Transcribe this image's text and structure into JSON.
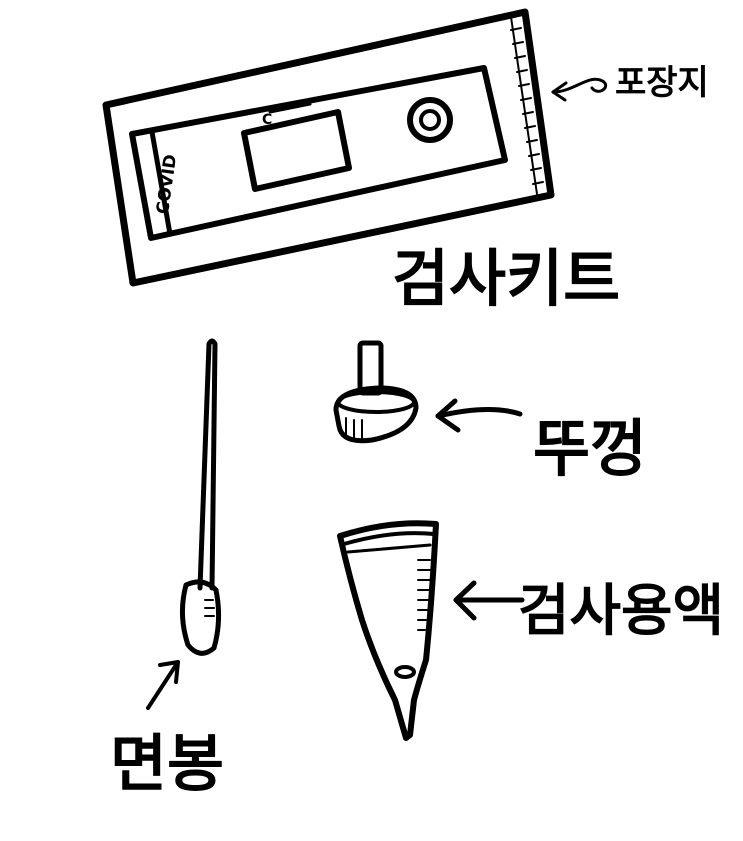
{
  "labels": {
    "packaging": "포장지",
    "test_kit": "검사키트",
    "cap": "뚜껑",
    "reagent": "검사용액",
    "swab": "면봉"
  },
  "kit_text": {
    "brand": "COVID",
    "control_mark": "C"
  },
  "colors": {
    "ink": "#000000",
    "paper": "#ffffff"
  }
}
